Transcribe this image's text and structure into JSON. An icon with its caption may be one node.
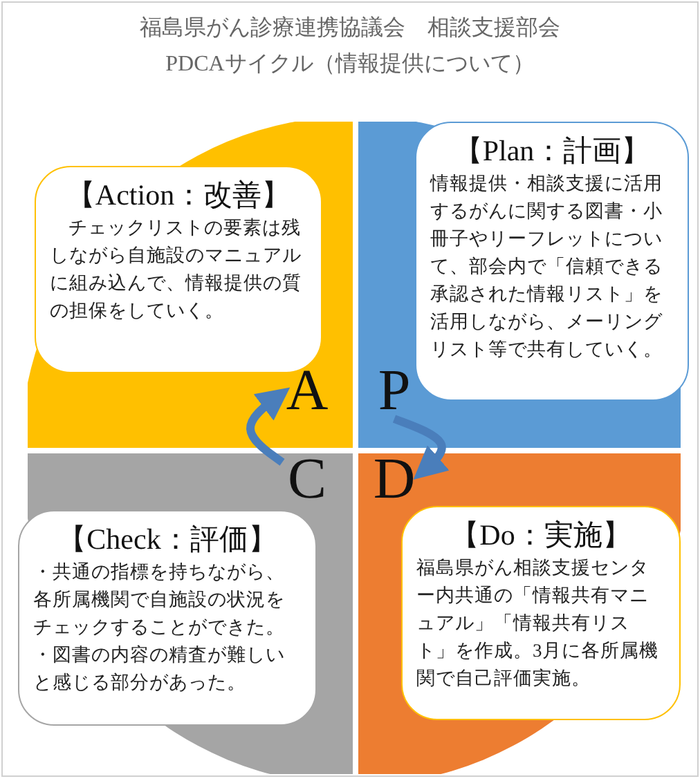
{
  "diagram": {
    "title": "福島県がん診療連携協議会　相談支援部会",
    "nodes": [
      {
        "text": [
          "【Action：改善】",
          "チェックリストの要素は残しながら自施設のマニュアルに組み込んで、情報提供の質の担保をしていく。"
        ]
      },
      {
        "text": [
          "【Plan：計画】",
          "情報提供・相談支援に活用するがんに関する図書・小冊子やリーフレットについて、部会内で「信頼できる承認された情報リスト」を活用しながら、メーリングリスト等で共有していく。"
        ]
      },
      {
        "text": [
          "A"
        ]
      },
      {
        "text": [
          "P"
        ]
      },
      {
        "text": [
          "C"
        ]
      },
      {
        "text": [
          "D"
        ]
      },
      {
        "text": [
          "【Check：評価】",
          "・共通の指標を持ちながら、各所属機関で自施設の状況をチェックすることができた。",
          "・図書の内容の精査が難しいと感じる部分があった。"
        ]
      },
      {
        "text": [
          "【Do：実施】",
          "福島県がん相談支援センター内共通の「情報共有マニュアル」「情報共有リスト」を作成。3月に各所属機関で自己評価実施。"
        ]
      }
    ],
    "edges": [
      {
        "from": 4,
        "to": 2,
        "arrow": "to"
      },
      {
        "from": 3,
        "to": 5,
        "arrow": "to"
      }
    ],
    "labels": [
      "PDCAサイクル（情報提供について）"
    ]
  }
}
